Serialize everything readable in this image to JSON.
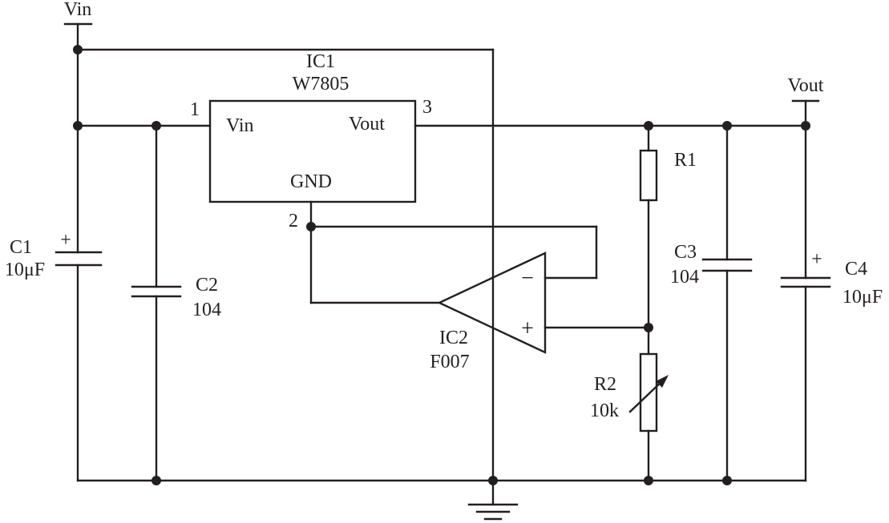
{
  "labels": {
    "vin_terminal": "Vin",
    "vout_terminal": "Vout",
    "ic1_name": "IC1",
    "ic1_part": "W7805",
    "ic1_pin1": "1",
    "ic1_pin2": "2",
    "ic1_pin3": "3",
    "ic1_vin": "Vin",
    "ic1_vout": "Vout",
    "ic1_gnd": "GND",
    "c1_name": "C1",
    "c1_value": "10μF",
    "c2_name": "C2",
    "c2_value": "104",
    "c3_name": "C3",
    "c3_value": "104",
    "c4_name": "C4",
    "c4_value": "10μF",
    "r1_name": "R1",
    "r2_name": "R2",
    "r2_value": "10k",
    "ic2_name": "IC2",
    "ic2_part": "F007",
    "opamp_minus": "−",
    "opamp_plus": "+",
    "c1_polarity": "+",
    "c4_polarity": "+"
  }
}
